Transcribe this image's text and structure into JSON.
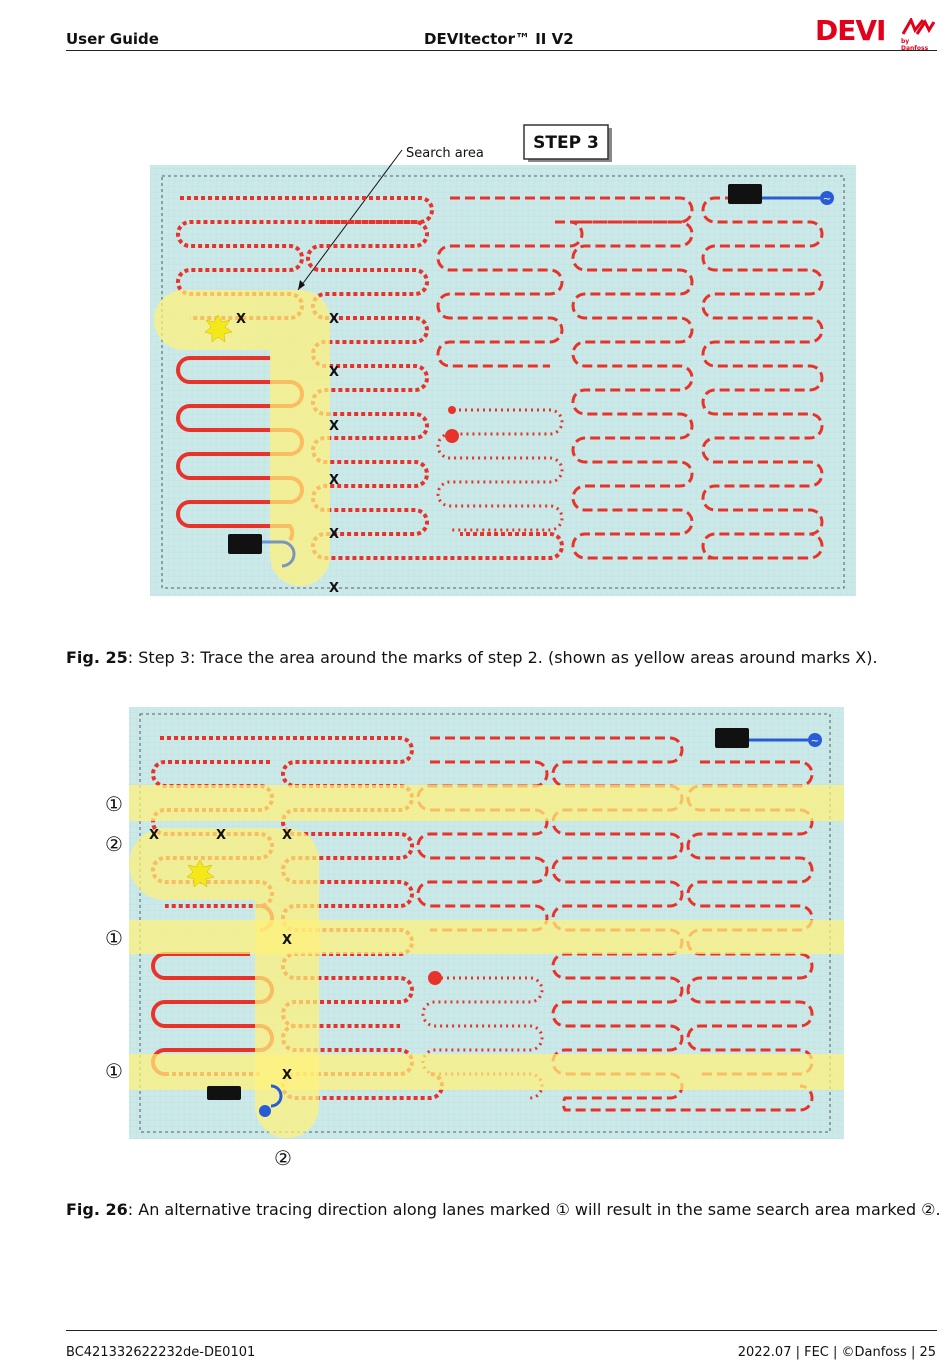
{
  "header": {
    "left": "User Guide",
    "center": "DEVItector™ II V2",
    "logo_text": "DEVI",
    "logo_sub": "by Danfoss"
  },
  "figure1": {
    "step_label": "STEP 3",
    "search_label": "Search area",
    "mark": "X"
  },
  "caption1": {
    "prefix": "Fig. 25",
    "text": ": Step 3: Trace the area around the marks of step 2. (shown as yellow areas around marks X)."
  },
  "figure2": {
    "label1": "①",
    "label2": "②",
    "mark": "X"
  },
  "caption2": {
    "prefix": "Fig. 26",
    "text": ": An alternative tracing direction along lanes marked ① will result in the same search area marked ②."
  },
  "footer": {
    "left": "BC421332622232de-DE0101",
    "right": "2022.07 | FEC | ©Danfoss | 25"
  },
  "colors": {
    "background_panel": "#c8e6e6",
    "cable": "#e8332a",
    "highlight": "#fff27a",
    "wire": "#2a5bd7"
  }
}
